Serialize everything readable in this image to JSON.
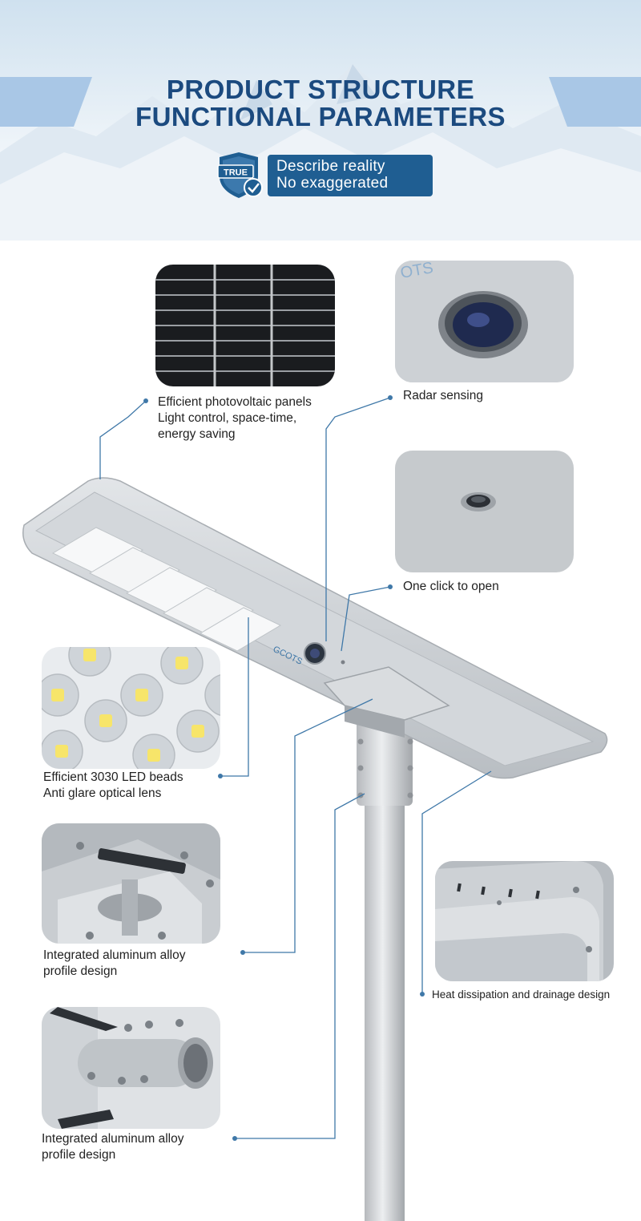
{
  "header": {
    "title_line1": "PRODUCT STRUCTURE",
    "title_line2": "FUNCTIONAL PARAMETERS"
  },
  "badge": {
    "shield_label": "TRUE",
    "line1": "Describe reality",
    "line2": "No exaggerated"
  },
  "colors": {
    "title": "#1b4a7f",
    "badge_bg": "#1f5e92",
    "leader_line": "#3f78a8",
    "ribbon": "#a9c7e6"
  },
  "features": [
    {
      "id": "photovoltaic",
      "lines": [
        "Efficient photovoltaic panels",
        "Light control, space-time,",
        "energy saving"
      ],
      "icon": "solar-panel-photo"
    },
    {
      "id": "radar",
      "lines": [
        "Radar sensing"
      ],
      "icon": "radar-sensor-photo"
    },
    {
      "id": "one-click",
      "lines": [
        "One click to open"
      ],
      "icon": "switch-button-photo"
    },
    {
      "id": "led",
      "lines": [
        "Efficient 3030 LED beads",
        "Anti glare optical lens"
      ],
      "icon": "led-beads-photo"
    },
    {
      "id": "bracket-1",
      "lines": [
        "Integrated aluminum alloy",
        "profile design"
      ],
      "icon": "mount-bracket-photo"
    },
    {
      "id": "heat",
      "lines": [
        "Heat dissipation and drainage design"
      ],
      "icon": "housing-corner-photo"
    },
    {
      "id": "bracket-2",
      "lines": [
        "Integrated aluminum alloy",
        "profile design"
      ],
      "icon": "pole-clamp-photo"
    }
  ],
  "lamp": {
    "logo_text": "GCOTS"
  }
}
